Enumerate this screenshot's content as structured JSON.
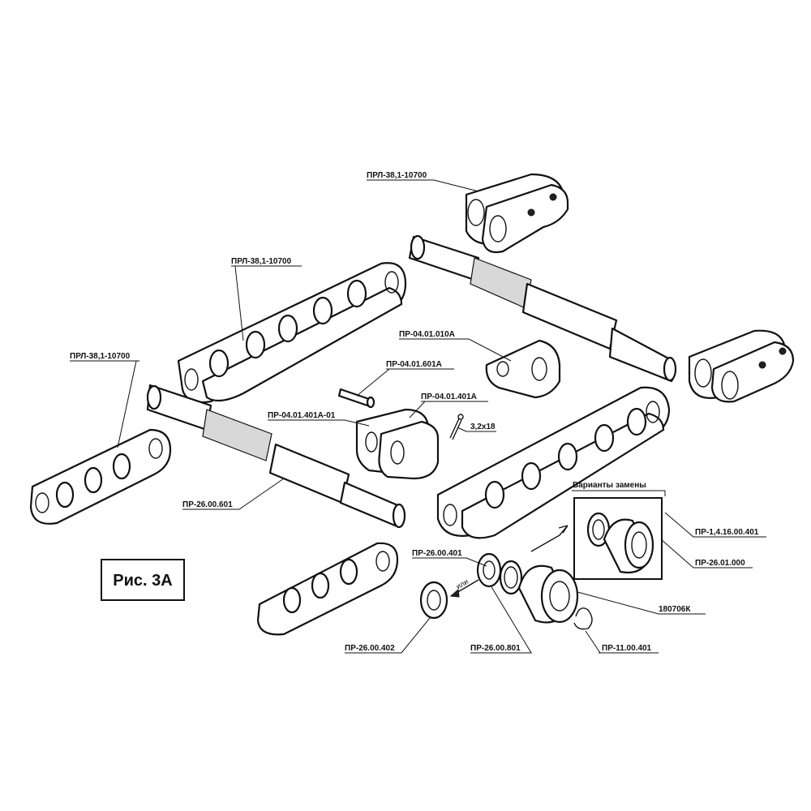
{
  "figure": {
    "caption": "Рис. 3А"
  },
  "labels": {
    "chain_top": "ПРЛ-38,1-10700",
    "chain_left_upper": "ПРЛ-38,1-10700",
    "chain_left_far": "ПРЛ-38,1-10700",
    "link_plate_010": "ПР-04.01.010А",
    "pin_601": "ПР-04.01.601А",
    "plate_401": "ПР-04.01.401А",
    "plate_401_01": "ПР-04.01.401А-01",
    "cotter": "3,2х18",
    "shaft_601": "ПР-26.00.601",
    "shaft_end_401": "ПР-26.00.401",
    "replacement_variants": "Варианты замены",
    "ring_416": "ПР-1,4.16.00.401",
    "bearing_26_01": "ПР-26.01.000",
    "bearing_180706": "180706К",
    "nut_402": "ПР-26.00.402",
    "bushing_801": "ПР-26.00.801",
    "circlip_11": "ПР-11.00.401",
    "or_word": "или"
  }
}
